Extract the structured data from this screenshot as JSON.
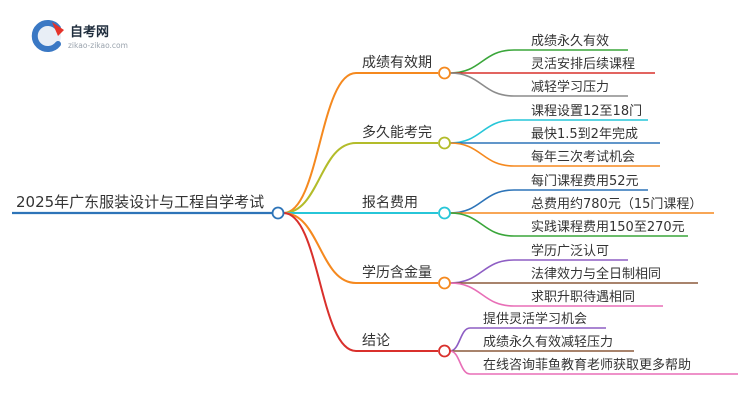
{
  "logo": {
    "title": "自考网",
    "subtitle": "zikao-zikao.com"
  },
  "mindmap": {
    "root": "2025年广东服装设计与工程自学考试",
    "branches": [
      {
        "label": "成绩有效期",
        "color": "#f5891f",
        "children": [
          {
            "label": "成绩永久有效",
            "color": "#3aa63a"
          },
          {
            "label": "灵活安排后续课程",
            "color": "#d9302c"
          },
          {
            "label": "减轻学习压力",
            "color": "#8c8c8c"
          }
        ]
      },
      {
        "label": "多久能考完",
        "color": "#b3bc2a",
        "children": [
          {
            "label": "课程设置12至18门",
            "color": "#27c6d8"
          },
          {
            "label": "最快1.5到2年完成",
            "color": "#2d74b8"
          },
          {
            "label": "每年三次考试机会",
            "color": "#f5891f"
          }
        ]
      },
      {
        "label": "报名费用",
        "color": "#27c6d8",
        "children": [
          {
            "label": "每门课程费用52元",
            "color": "#2d74b8"
          },
          {
            "label": "总费用约780元（15门课程）",
            "color": "#f5891f"
          },
          {
            "label": "实践课程费用150至270元",
            "color": "#3aa63a"
          }
        ]
      },
      {
        "label": "学历含金量",
        "color": "#f5891f",
        "children": [
          {
            "label": "学历广泛认可",
            "color": "#8e5ec4"
          },
          {
            "label": "法律效力与全日制相同",
            "color": "#8c5a3c"
          },
          {
            "label": "求职升职待遇相同",
            "color": "#e86fb7"
          }
        ]
      },
      {
        "label": "结论",
        "color": "#d9302c",
        "children": [
          {
            "label": "提供灵活学习机会",
            "color": "#8e5ec4"
          },
          {
            "label": "成绩永久有效减轻压力",
            "color": "#8c5a3c"
          },
          {
            "label": "在线咨询菲鱼教育老师获取更多帮助",
            "color": "#e86fb7"
          }
        ]
      }
    ]
  }
}
